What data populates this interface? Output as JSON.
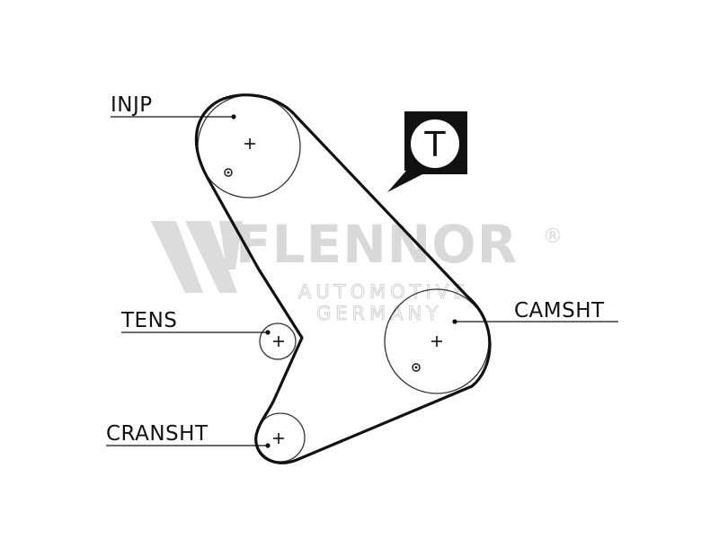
{
  "labels": {
    "injection_pump": "INJP",
    "tensioner": "TENS",
    "crankshaft": "CRANSHT",
    "camshaft": "CAMSHT"
  },
  "timing_badge": "T",
  "watermark": {
    "brand": "FLENNOR",
    "registered": "®",
    "line1": "AUTOMOTIVE",
    "line2": "GERMANY"
  },
  "colors": {
    "ink": "#111111",
    "watermark": "#d9d9d9"
  }
}
